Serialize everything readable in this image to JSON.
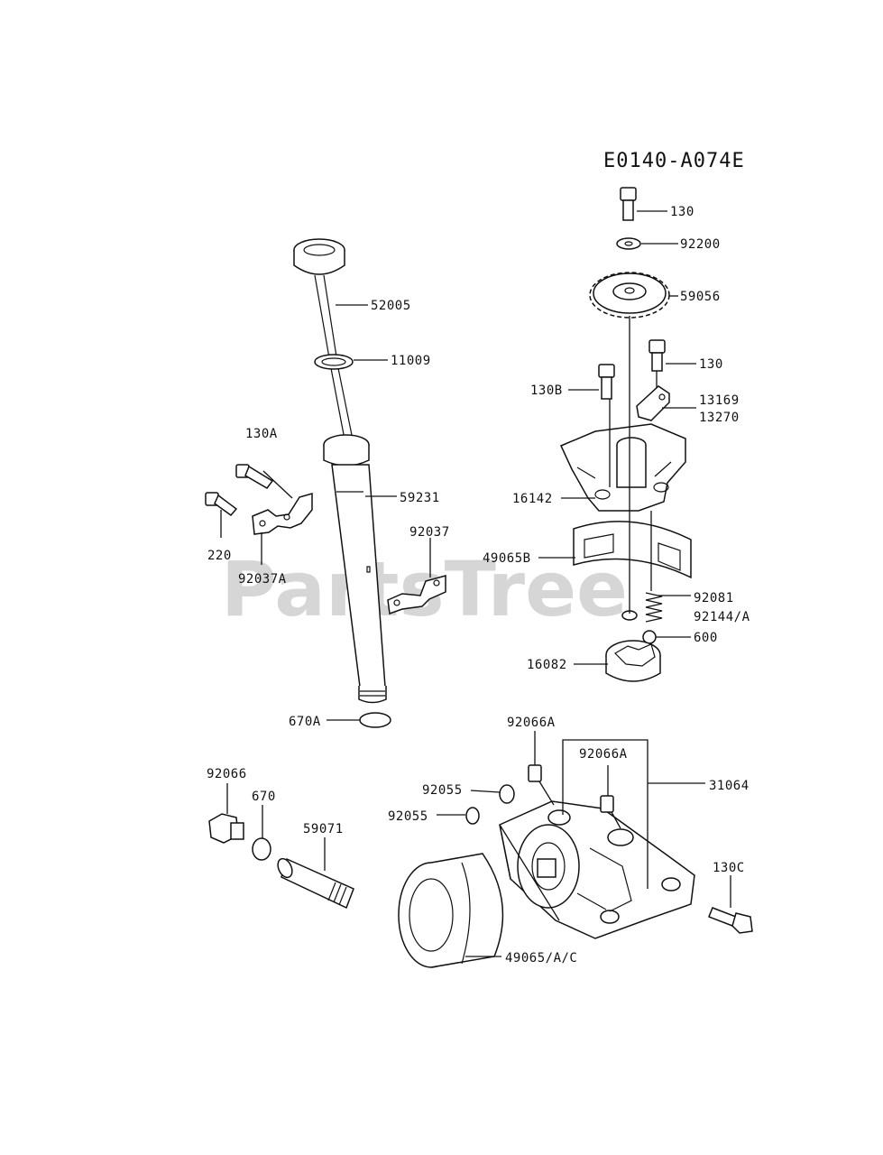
{
  "diagram_code": "E0140-A074E",
  "watermark": "PartsTree",
  "watermark_tm": "TM",
  "labels": {
    "l130_top": "130",
    "l92200": "92200",
    "l59056": "59056",
    "l52005": "52005",
    "l11009": "11009",
    "l130_mid": "130",
    "l130B": "130B",
    "l13169": "13169",
    "l13270": "13270",
    "l130A": "130A",
    "l59231": "59231",
    "l16142": "16142",
    "l92037": "92037",
    "l220": "220",
    "l49065B": "49065B",
    "l92037A": "92037A",
    "l92081": "92081",
    "l92144A": "92144/A",
    "l600": "600",
    "l16082": "16082",
    "l670A": "670A",
    "l92066A_1": "92066A",
    "l92066A_2": "92066A",
    "l31064": "31064",
    "l92066": "92066",
    "l670": "670",
    "l92055_1": "92055",
    "l92055_2": "92055",
    "l59071": "59071",
    "l130C": "130C",
    "l49065AC": "49065/A/C"
  }
}
